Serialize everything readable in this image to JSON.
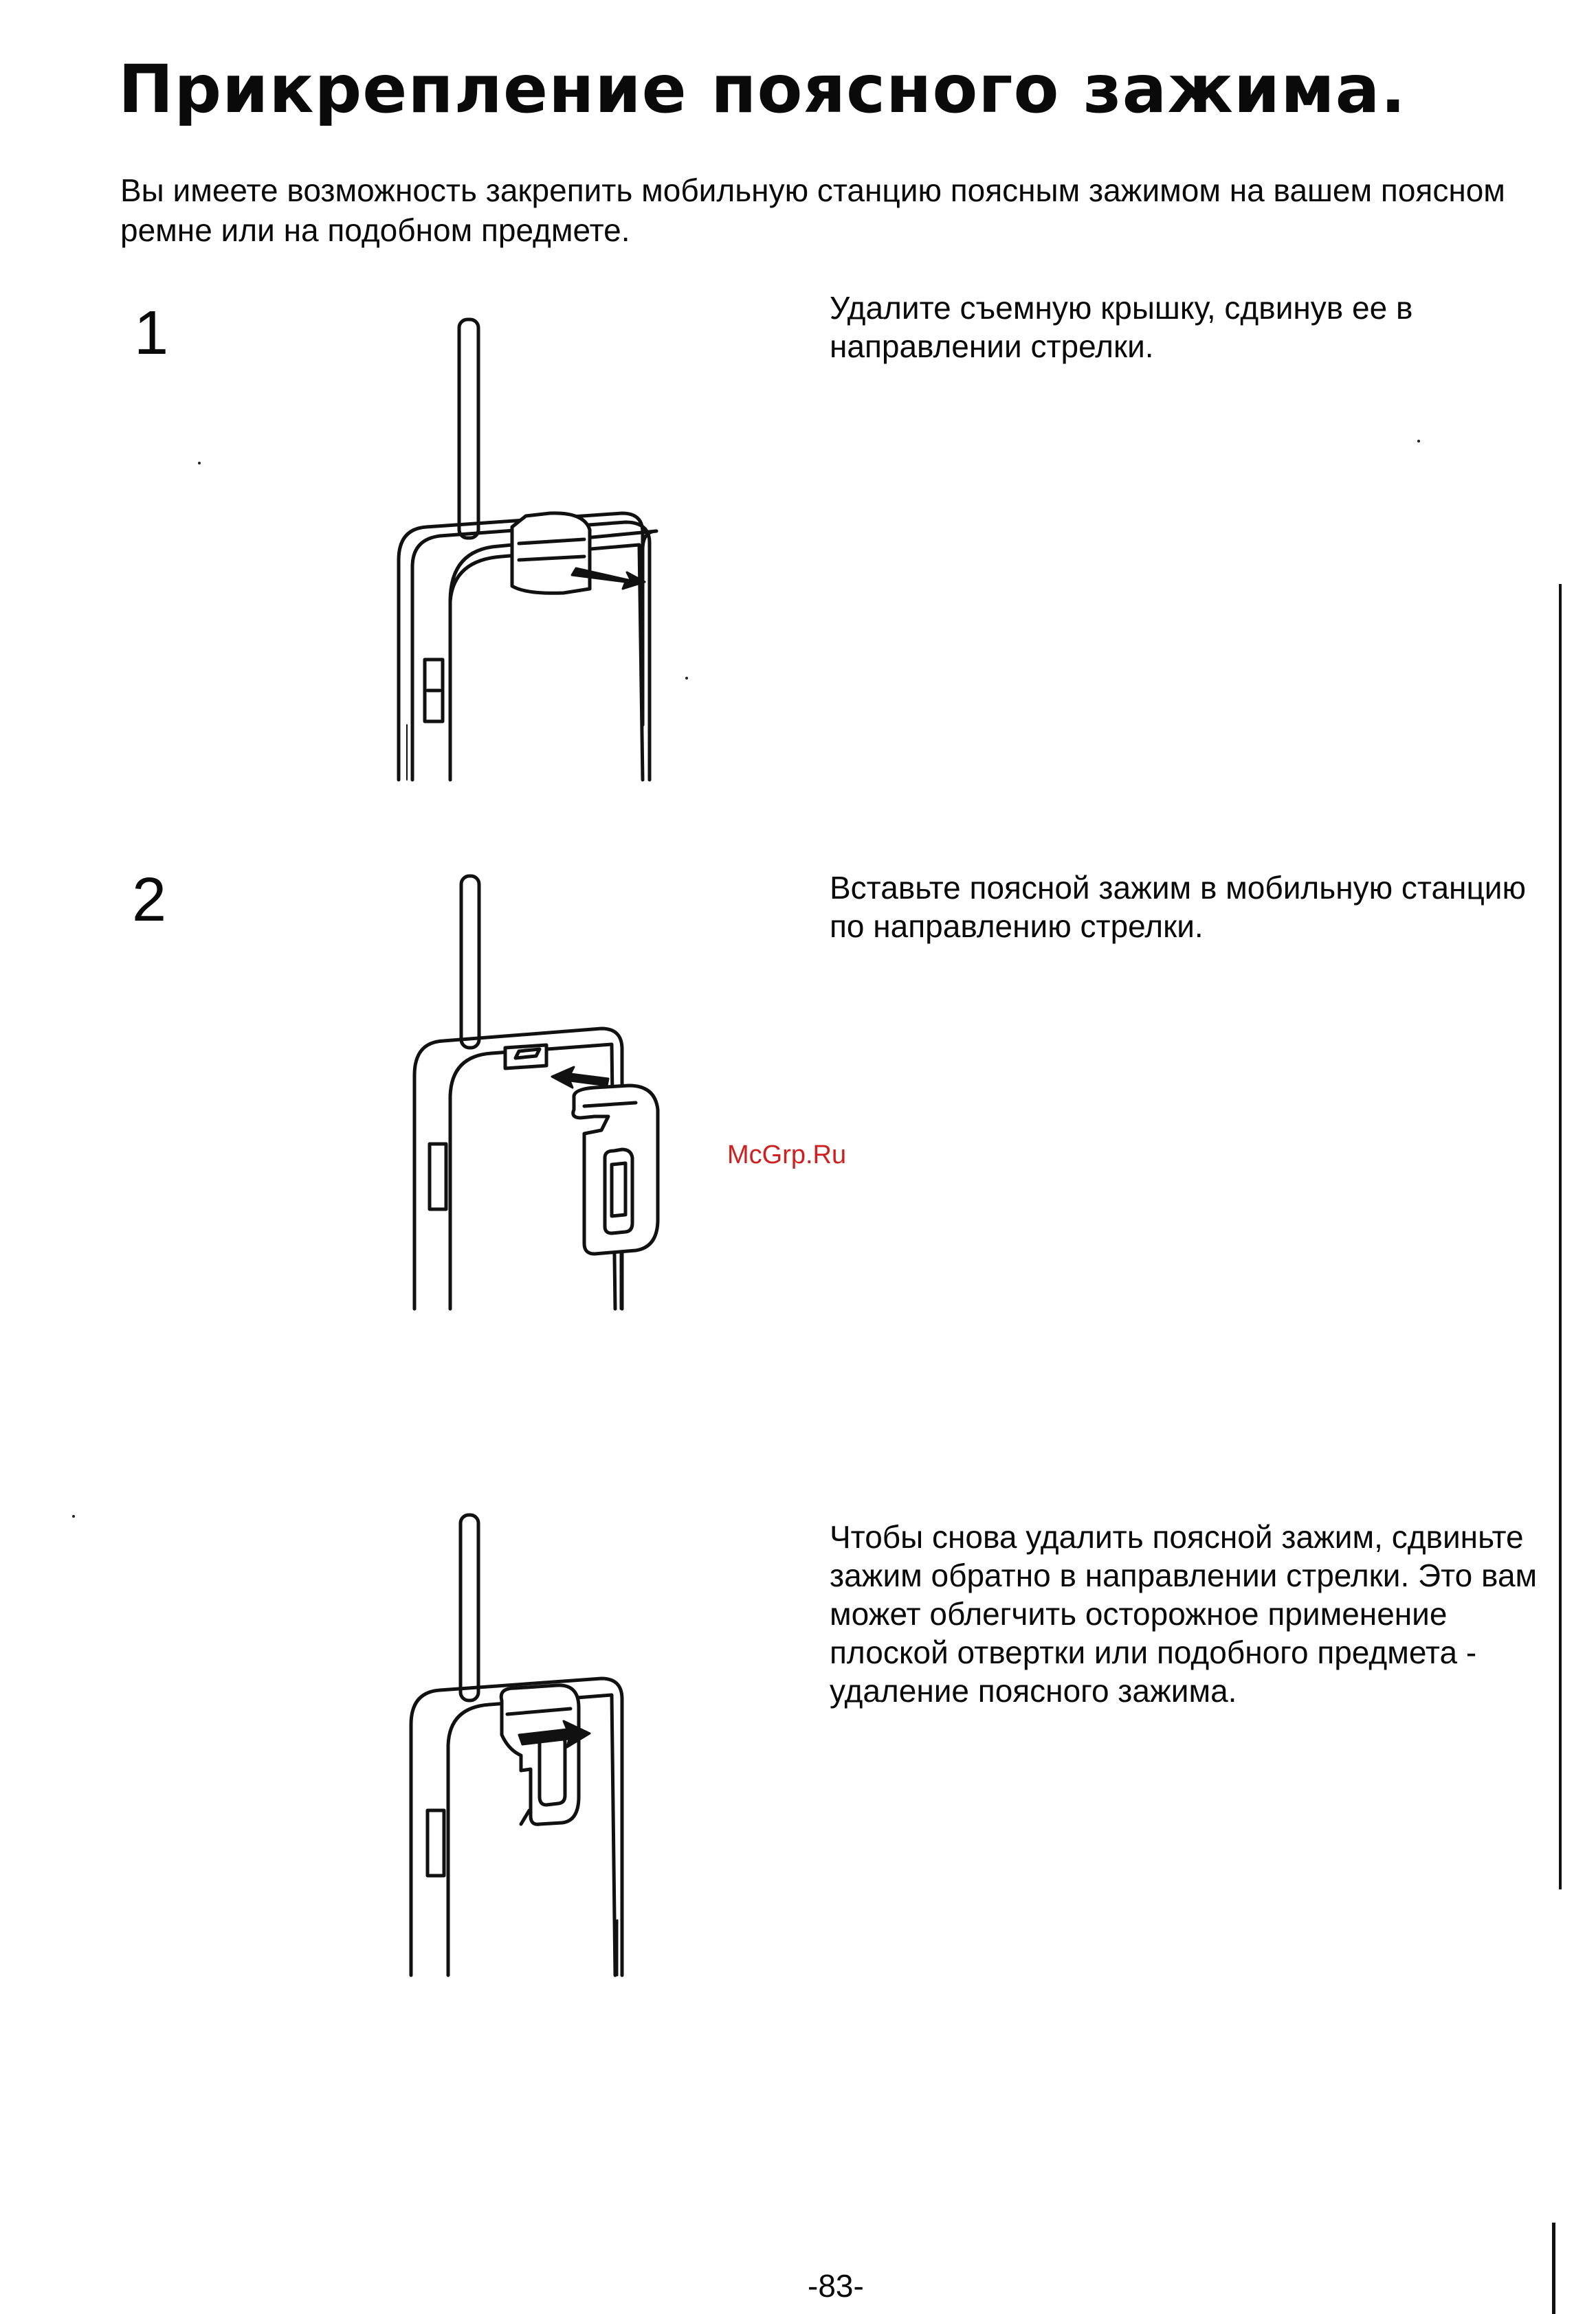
{
  "title": "Прикрепление поясного зажима.",
  "intro": "Вы имеете возможность закрепить мобильную станцию поясным зажимом на вашем поясном ремне или на подобном предмете.",
  "steps": [
    {
      "number": "1",
      "text": "Удалите съемную крышку, сдвинув ее в направлении стрелки."
    },
    {
      "number": "2",
      "text": "Вставьте поясной зажим в мобильную станцию по направлению стрелки."
    },
    {
      "number": "",
      "text": "Чтобы снова удалить поясной зажим, сдвиньте зажим обратно в направлении стрелки. Это вам может облегчить осторожное применение плоской отвертки или подобного предмета - удаление поясного зажима."
    }
  ],
  "watermark": "McGrp.Ru",
  "page_number": "-83-",
  "colors": {
    "ink": "#0a0a0a",
    "watermark": "#cf1f1f",
    "paper": "#ffffff"
  }
}
